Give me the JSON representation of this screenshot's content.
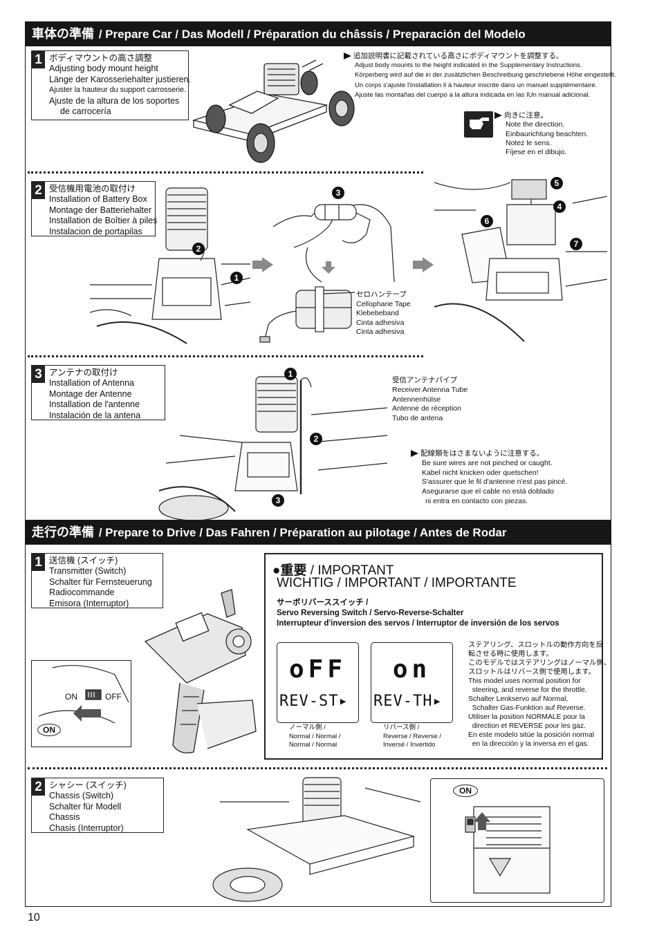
{
  "section1": {
    "jp": "車体の準備",
    "title": " / Prepare Car / Das Modell / Préparation du châssis / Preparación del Modelo"
  },
  "step1": {
    "num": "1",
    "lines": [
      "ボディマウントの高さ調整",
      "Adjusting body mount height",
      "Länge der Karosseriehalter justieren.",
      "Ajuster la hauteur du support carrosserie.",
      "Ajuste de la altura de los soportes",
      "de carrocería"
    ],
    "note": [
      "追加説明書に記載されている高さにボディマウントを調整する。",
      "Adjust body mounts to the height indicated in the Supplementary Instructions.",
      "Körperberg wird auf die in der zusätzlichen Beschreibung geschriebene Höhe eingestellt.",
      "Un corps s'ajuste l'installation il à hauteur inscrite dans un manuel supplémentaire.",
      "Ajuste las montañas del cuerpo a la altura indicada en las IUn manual adicional."
    ],
    "direction": [
      "向きに注意。",
      "Note the direction.",
      "Einbaurichtung beachten.",
      "Notez le sens.",
      "Fíjese en el dibujo."
    ]
  },
  "step2": {
    "num": "2",
    "lines": [
      "受信機用電池の取付け",
      "Installation of Battery Box",
      "Montage der Batteriehalter",
      "Installation de Boîtier à piles",
      "Instalacion de portapilas"
    ],
    "tape": [
      "セロハンテープ",
      "Cellophane Tape",
      "Klebebeband",
      "Cinta adhesiva",
      "Cinta adhesiva"
    ],
    "badges": [
      "1",
      "2",
      "3",
      "4",
      "5",
      "6",
      "7"
    ]
  },
  "step3": {
    "num": "3",
    "lines": [
      "アンテナの取付け",
      "Installation of Antenna",
      "Montage der Antenne",
      "Installation de l'antenne",
      "Instalación de la antena"
    ],
    "pipe": [
      "受信アンテナパイプ",
      "Receiver Antenna Tube",
      "Antennenhülse",
      "Antenne de réception",
      "Tubo de antena"
    ],
    "wires": [
      "配線類をはさまないように注意する。",
      "Be sure wires are not pinched or caught.",
      "Kabel nicht knicken oder quetschen!",
      "S'assurer que le fil d'antenne n'est pas pincé.",
      "Asegurarse que el cable no está doblado",
      "ni entra en contacto con piezas."
    ],
    "badges": [
      "1",
      "2",
      "3"
    ]
  },
  "section2": {
    "jp": "走行の準備",
    "title": " / Prepare to Drive / Das Fahren / Préparation au pilotage / Antes de Rodar"
  },
  "step4": {
    "num": "1",
    "lines": [
      "送信機 (スイッチ)",
      "Transmitter (Switch)",
      "Schalter für Fernsteuerung",
      "Radiocommande",
      "Emisora (Interruptor)"
    ],
    "on": "ON",
    "off": "OFF",
    "on_badge": "ON"
  },
  "important": {
    "h1_jp": "●重要",
    "h1": " / IMPORTANT",
    "h2": "WICHTIG / IMPORTANT / IMPORTANTE",
    "sub": [
      "サーボリバーススイッチ /",
      "Servo Reversing Switch / Servo-Reverse-Schalter",
      "Interrupteur d'inversion des servos / Interruptor de inversión de los servos"
    ],
    "lcd1_big": "oFF",
    "lcd1_small": "REV-ST▸",
    "lcd2_big": "on",
    "lcd2_small": "REV-TH▸",
    "cap1": [
      "ノーマル側 /",
      "Normal / Normal /",
      "Normal / Normal"
    ],
    "cap2": [
      "リバース側 /",
      "Reverse / Reverse /",
      "Inversé / Invertido"
    ],
    "body": [
      "ステアリング、スロットルの動作方向を反",
      "転させる時に使用します。",
      "このモデルではステアリングはノーマル側、",
      "スロットルはリバース側で使用します。",
      "This model uses normal position for",
      "  steering, and reverse for the throttle.",
      "Schalter Lenkservo auf Normal,",
      "  Schalter Gas-Funktion auf Reverse.",
      "Utiliser la position NORMALE pour la",
      "  direction et REVERSE pour les gaz.",
      "En este modelo sitúe la posición normal",
      "  en la dirección y la inversa en el gas."
    ]
  },
  "step5": {
    "num": "2",
    "lines": [
      "シャシー (スイッチ)",
      "Chassis (Switch)",
      "Schalter für Modell",
      "Chassis",
      "Chasis (Interruptor)"
    ],
    "on_badge": "ON"
  },
  "page_number": "10"
}
